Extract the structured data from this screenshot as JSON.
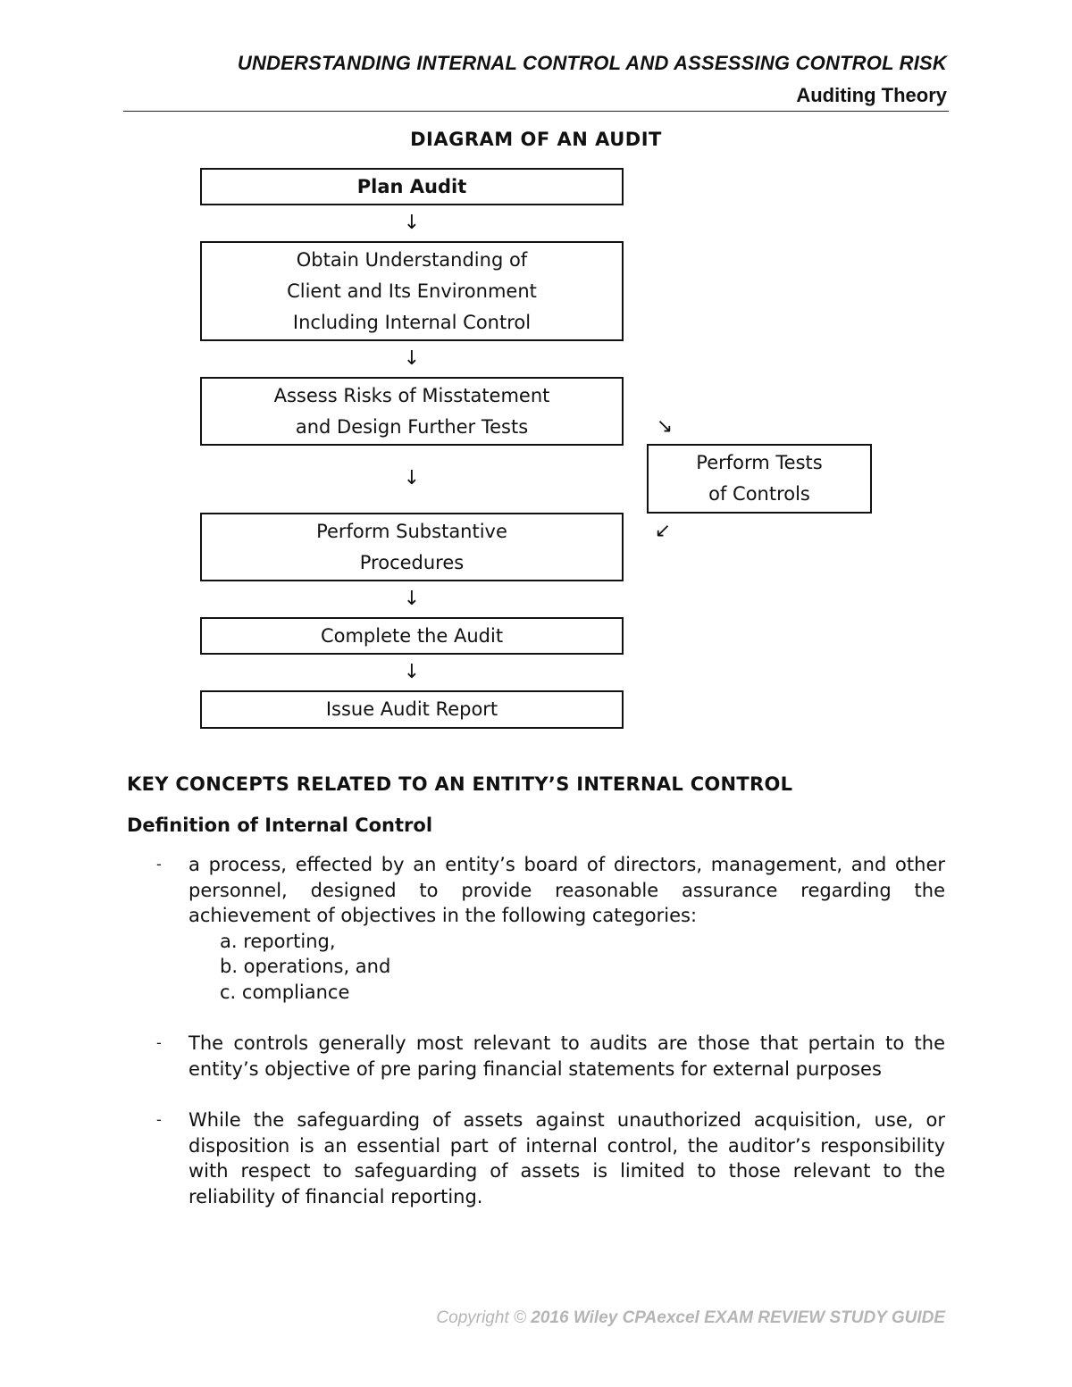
{
  "header": {
    "title": "UNDERSTANDING INTERNAL CONTROL AND ASSESSING CONTROL RISK",
    "subtitle": "Auditing Theory"
  },
  "diagram": {
    "title": "DIAGRAM OF AN AUDIT",
    "steps": [
      {
        "lines": [
          "Plan Audit"
        ]
      },
      {
        "lines": [
          "Obtain Understanding of",
          "Client and Its Environment",
          "Including Internal Control"
        ]
      },
      {
        "lines": [
          "Assess Risks of Misstatement",
          "and Design Further Tests"
        ]
      },
      {
        "lines": [
          "Perform Substantive",
          "Procedures"
        ]
      },
      {
        "lines": [
          "Complete the Audit"
        ]
      },
      {
        "lines": [
          "Issue Audit Report"
        ]
      }
    ],
    "side_step": {
      "lines": [
        "Perform Tests",
        "of Controls"
      ]
    },
    "arrow_down": "↓",
    "arrow_diag_down": "↘",
    "arrow_diag_back": "↙"
  },
  "section": {
    "title": "KEY CONCEPTS RELATED TO AN ENTITY’S INTERNAL CONTROL",
    "subtitle": "Definition of Internal Control",
    "dash": "-",
    "bullets": [
      {
        "text": "a process, effected by an entity’s board of directors, management, and other personnel, designed to provide reasonable assurance regarding the achievement of objectives in the following categories:",
        "sub_items": [
          "a. reporting,",
          "b. operations, and",
          "c. compliance"
        ]
      },
      {
        "text": "The controls generally most relevant to audits are those that pertain to the entity’s objective of pre paring financial statements for external purposes"
      },
      {
        "text": "While the safeguarding of assets against unauthorized acquisition, use, or disposition is an essential part of internal control, the auditor’s responsibility with respect to safeguarding of assets is limited to those relevant to the reliability of financial reporting."
      }
    ]
  },
  "footer": {
    "prefix": "Copyright © ",
    "text": "2016 Wiley CPAexcel EXAM REVIEW STUDY GUIDE"
  }
}
